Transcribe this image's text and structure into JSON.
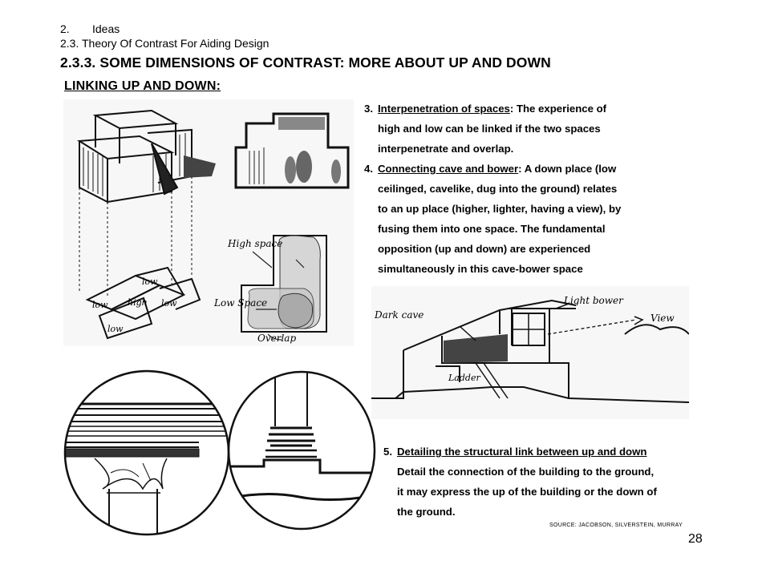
{
  "breadcrumb": {
    "chapter_number": "2.",
    "chapter_title": "Ideas",
    "section": "2.3. Theory Of Contrast For Aiding Design"
  },
  "heading": "2.3.3. SOME DIMENSIONS OF CONTRAST: MORE ABOUT UP AND DOWN",
  "subheading": "LINKING UP AND DOWN:",
  "items": [
    {
      "number": "3.",
      "lead": "Interpenetration of spaces",
      "lines": [
        ": The experience of",
        "high and low can be linked if the two spaces",
        "interpenetrate and overlap."
      ]
    },
    {
      "number": "4.",
      "lead": "Connecting cave and bower",
      "lines": [
        ": A down place (low",
        "ceilinged, cavelike, dug into the ground) relates",
        "to an up place (higher, lighter, having a view), by",
        "fusing them into one space.  The fundamental",
        "opposition (up and down) are experienced",
        "simultaneously  in this cave-bower space"
      ]
    },
    {
      "number": "5.",
      "lead": "Detailing the structural link between up and down",
      "lines": [
        "",
        "Detail the connection of the building to the ground,",
        "it may express the up of the building or the down of",
        "the ground."
      ]
    }
  ],
  "sketch_labels": {
    "high_space": "High space",
    "low_space": "Low Space",
    "overlap": "Overlap",
    "low": "low",
    "high": "high",
    "dark_cave": "Dark cave",
    "light_bower": "Light bower",
    "view": "View",
    "ladder": "Ladder"
  },
  "source": "SOURCE: JACOBSON, SILVERSTEIN, MURRAY",
  "page_number": "28"
}
